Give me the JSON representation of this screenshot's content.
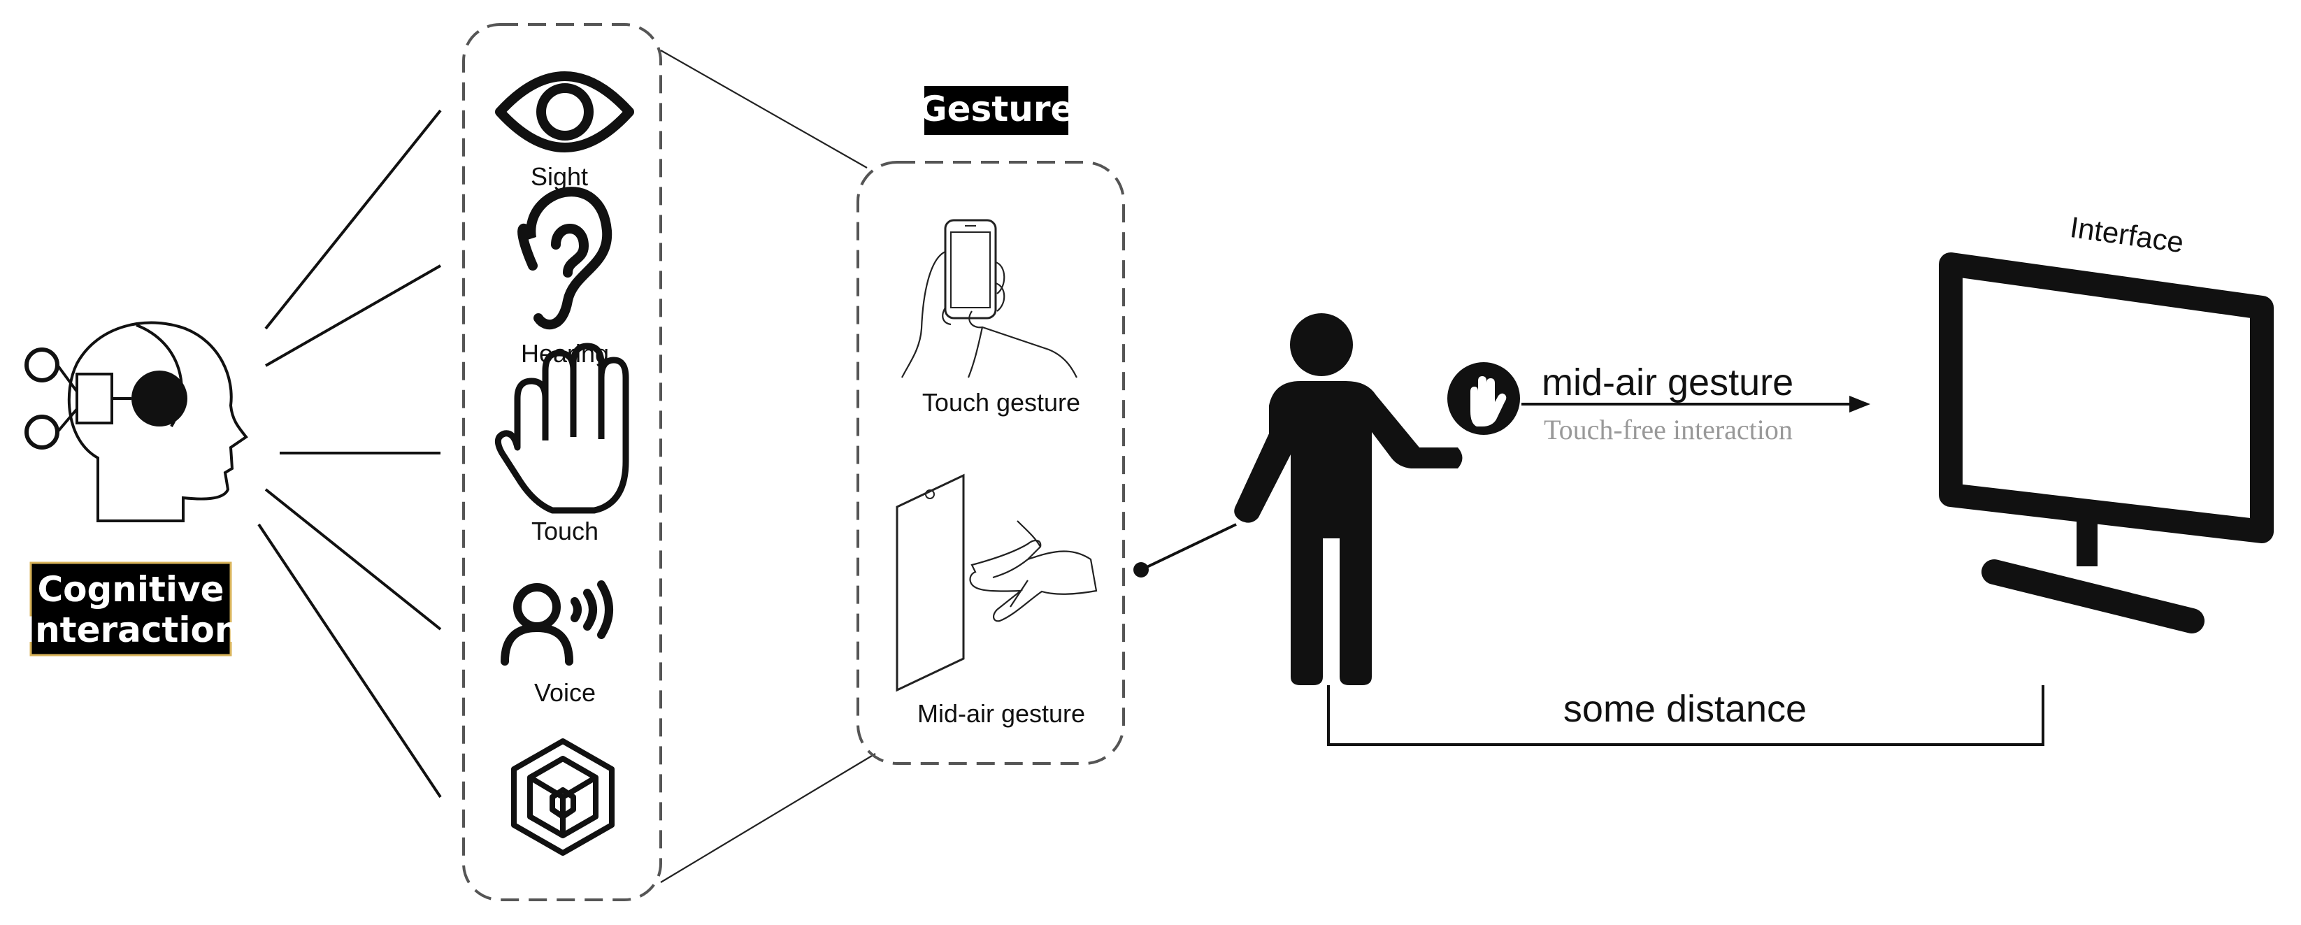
{
  "cognitive": {
    "line1": "Cognitive",
    "line2": "Interaction"
  },
  "senses": [
    {
      "label": "Sight",
      "icon": "eye-icon"
    },
    {
      "label": "Hearing",
      "icon": "ear-icon"
    },
    {
      "label": "Touch",
      "icon": "hand-icon"
    },
    {
      "label": "Voice",
      "icon": "voice-user-icon"
    },
    {
      "label": "",
      "icon": "cube-icon"
    }
  ],
  "gesture": {
    "title": "Gesture",
    "touch_label": "Touch gesture",
    "midair_label": "Mid-air gesture"
  },
  "interaction": {
    "arrow_label": "mid-air gesture",
    "sub_label": "Touch-free interaction",
    "distance_label": "some distance",
    "interface_label": "Interface"
  },
  "colors": {
    "ink": "#111111",
    "muted": "#999999",
    "dash": "#555555",
    "tag_border": "#d8b35a"
  }
}
